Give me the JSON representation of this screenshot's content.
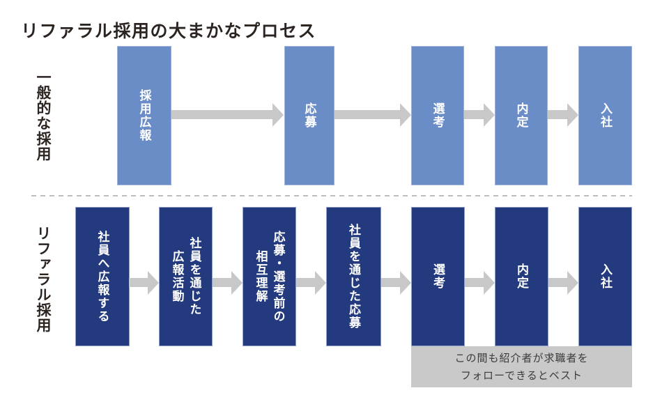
{
  "title": "リファラル採用の大まかなプロセス",
  "colors": {
    "general_box_fill": "#6b8dc7",
    "referral_box_fill": "#243a7e",
    "arrow_gray": "#c8c8c8",
    "note_band_bg": "#c9c9c9",
    "heading_text": "#2b2421",
    "box_text": "#ffffff",
    "note_text": "#3d3a39"
  },
  "general": {
    "label": "一般的な採用",
    "steps": [
      "採用広報",
      "応募",
      "選考",
      "内定",
      "入社"
    ]
  },
  "referral": {
    "label": "リファラル採用",
    "steps": [
      "社員へ広報する",
      "社員を通じた\n広報活動",
      "応募・選考前の\n相互理解",
      "社員を通じた応募",
      "選考",
      "内定",
      "入社"
    ]
  },
  "note": {
    "text": "この間も紹介者が求職者を\nフォローできるとベスト"
  }
}
